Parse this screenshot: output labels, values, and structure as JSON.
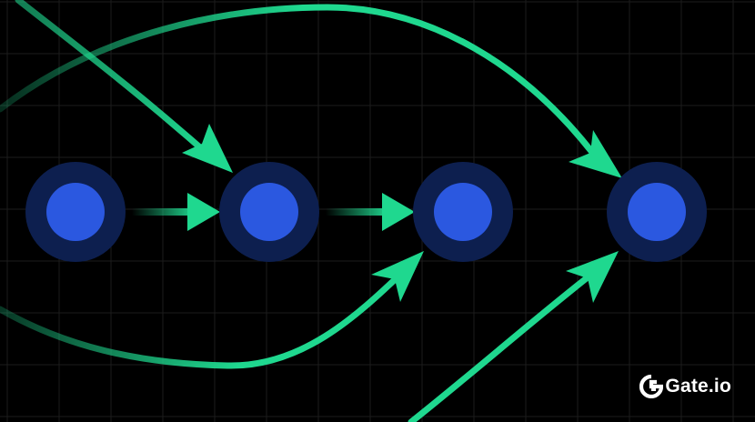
{
  "brand": {
    "name": "Gate.io",
    "logo_icon": "gate-logo-icon"
  },
  "colors": {
    "background": "#000000",
    "grid": "#1c1c1c",
    "arrow": "#1fd88f",
    "node_core": "#2b58e0",
    "node_halo": "#0d1f4f"
  },
  "diagram": {
    "node_count": 4,
    "edges": [
      {
        "from": "offscreen-top-left",
        "to": "node-2",
        "shape": "curve"
      },
      {
        "from": "offscreen-left",
        "to": "node-4",
        "shape": "arc-over-top"
      },
      {
        "from": "offscreen-bottom-left",
        "to": "node-3",
        "shape": "curve"
      },
      {
        "from": "offscreen-bottom",
        "to": "node-4",
        "shape": "curve"
      },
      {
        "from": "node-1",
        "to": "node-2",
        "shape": "short-straight"
      },
      {
        "from": "node-2",
        "to": "node-3",
        "shape": "short-straight"
      }
    ]
  }
}
